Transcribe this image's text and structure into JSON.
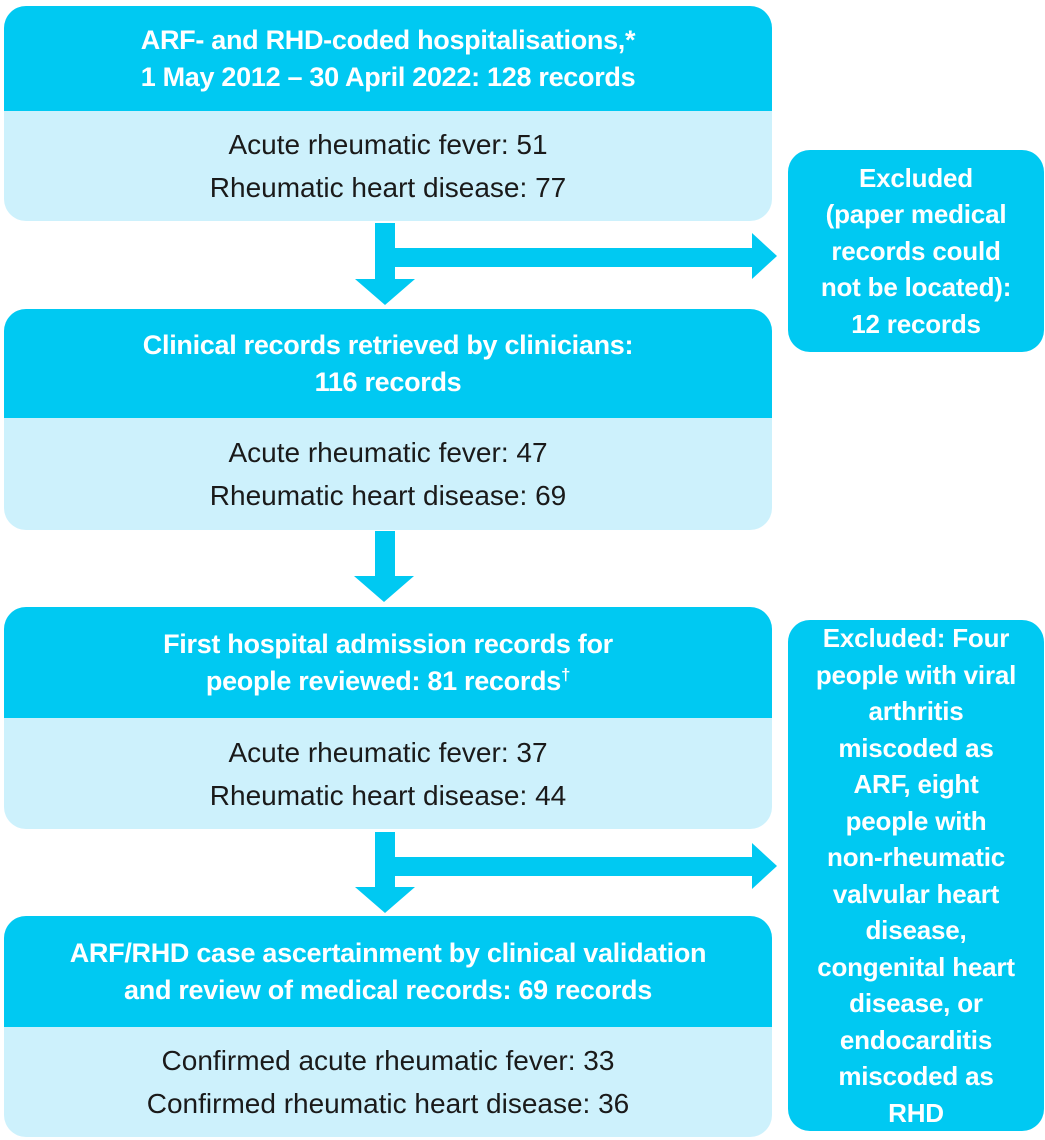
{
  "figure": {
    "type": "flowchart",
    "accent_color": "#00C9F2",
    "light_color": "#CDF1FC",
    "header_text_color": "#FFFFFF",
    "body_text_color": "#1A1A1A"
  },
  "main_boxes": [
    {
      "header_lines": [
        "ARF- and RHD-coded hospitalisations,*",
        "1 May 2012 – 30 April 2022: 128 records"
      ],
      "body_lines": [
        "Acute rheumatic fever: 51",
        "Rheumatic heart disease: 77"
      ]
    },
    {
      "header_lines": [
        "Clinical records retrieved by clinicians:",
        "116 records"
      ],
      "body_lines": [
        "Acute rheumatic fever: 47",
        "Rheumatic heart disease: 69"
      ]
    },
    {
      "header_lines": [
        "First hospital admission records for",
        "people reviewed: 81 records"
      ],
      "header_superscript": "†",
      "body_lines": [
        "Acute rheumatic fever: 37",
        "Rheumatic heart disease: 44"
      ]
    },
    {
      "header_lines": [
        "ARF/RHD case ascertainment by clinical validation",
        "and review of medical records: 69 records"
      ],
      "body_lines": [
        "Confirmed acute rheumatic fever: 33",
        "Confirmed rheumatic heart disease: 36"
      ]
    }
  ],
  "excluded_boxes": [
    {
      "lines": [
        "Excluded",
        "(paper medical",
        "records could",
        "not be located):",
        "12 records"
      ]
    },
    {
      "lines": [
        "Excluded: Four",
        "people with viral",
        "arthritis",
        "miscoded as",
        "ARF, eight",
        "people with",
        "non-rheumatic",
        "valvular heart",
        "disease,",
        "congenital heart",
        "disease, or",
        "endocarditis",
        "miscoded as",
        "RHD"
      ]
    }
  ]
}
